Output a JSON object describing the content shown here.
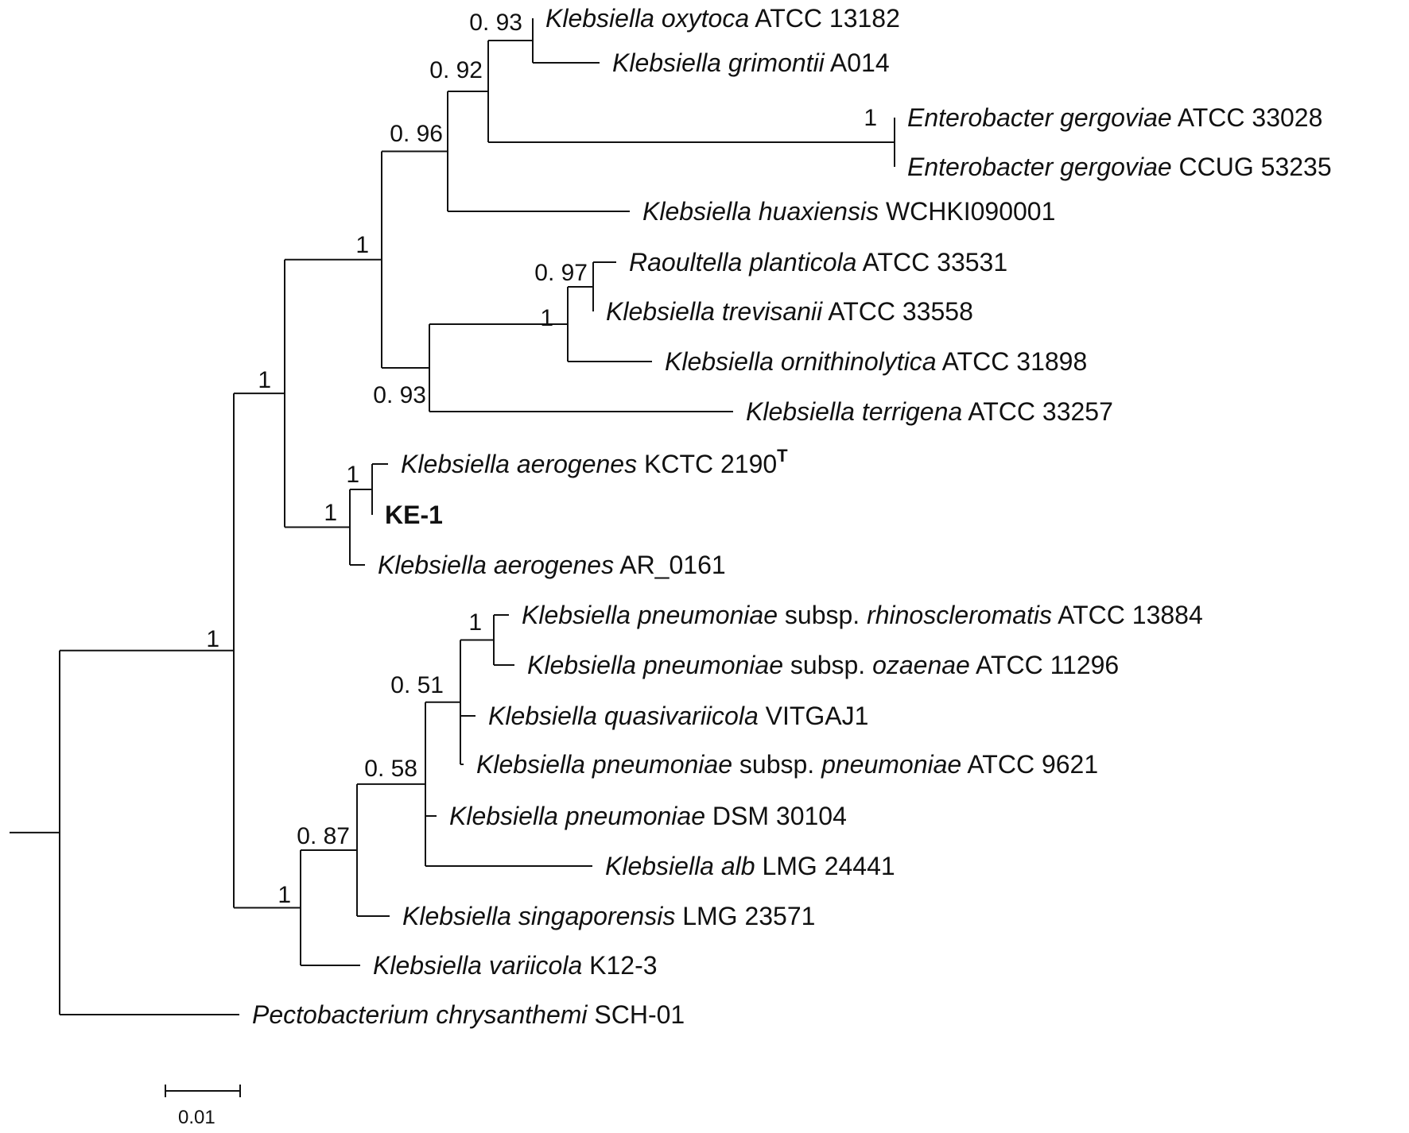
{
  "figure": {
    "tips": [
      {
        "id": "koxy",
        "parts": [
          {
            "t": "Klebsiella oxytoca",
            "i": true
          },
          {
            "t": " ATCC 13182"
          }
        ]
      },
      {
        "id": "kgri",
        "parts": [
          {
            "t": "Klebsiella grimontii",
            "i": true
          },
          {
            "t": " A014"
          }
        ]
      },
      {
        "id": "eger1",
        "parts": [
          {
            "t": "Enterobacter gergoviae",
            "i": true
          },
          {
            "t": " ATCC 33028"
          }
        ]
      },
      {
        "id": "eger2",
        "parts": [
          {
            "t": "Enterobacter gergoviae",
            "i": true
          },
          {
            "t": " CCUG 53235"
          }
        ]
      },
      {
        "id": "khua",
        "parts": [
          {
            "t": "Klebsiella huaxiensis",
            "i": true
          },
          {
            "t": " WCHKI090001"
          }
        ]
      },
      {
        "id": "rpla",
        "parts": [
          {
            "t": "Raoultella planticola",
            "i": true
          },
          {
            "t": " ATCC 33531"
          }
        ]
      },
      {
        "id": "ktre",
        "parts": [
          {
            "t": "Klebsiella trevisanii",
            "i": true
          },
          {
            "t": " ATCC 33558"
          }
        ]
      },
      {
        "id": "korn",
        "parts": [
          {
            "t": "Klebsiella ornithinolytica",
            "i": true
          },
          {
            "t": " ATCC 31898"
          }
        ]
      },
      {
        "id": "kter",
        "parts": [
          {
            "t": "Klebsiella terrigena",
            "i": true
          },
          {
            "t": " ATCC 33257"
          }
        ]
      },
      {
        "id": "kaer1",
        "parts": [
          {
            "t": "Klebsiella aerogenes",
            "i": true
          },
          {
            "t": " KCTC 2190"
          },
          {
            "t": "T",
            "sup": true,
            "b": true
          }
        ]
      },
      {
        "id": "ke1",
        "parts": [
          {
            "t": "KE-1",
            "b": true
          }
        ]
      },
      {
        "id": "kaer2",
        "parts": [
          {
            "t": "Klebsiella aerogenes",
            "i": true
          },
          {
            "t": " AR_0161"
          }
        ]
      },
      {
        "id": "kprh",
        "parts": [
          {
            "t": "Klebsiella pneumoniae",
            "i": true
          },
          {
            "t": " subsp. "
          },
          {
            "t": "rhinoscleromatis",
            "i": true
          },
          {
            "t": " ATCC 13884"
          }
        ]
      },
      {
        "id": "kpoz",
        "parts": [
          {
            "t": "Klebsiella pneumoniae",
            "i": true
          },
          {
            "t": " subsp. "
          },
          {
            "t": "ozaenae",
            "i": true
          },
          {
            "t": " ATCC 11296"
          }
        ]
      },
      {
        "id": "kqua",
        "parts": [
          {
            "t": "Klebsiella quasivariicola",
            "i": true
          },
          {
            "t": " VITGAJ1"
          }
        ]
      },
      {
        "id": "kppn",
        "parts": [
          {
            "t": "Klebsiella pneumoniae",
            "i": true
          },
          {
            "t": " subsp. "
          },
          {
            "t": "pneumoniae",
            "i": true
          },
          {
            "t": " ATCC 9621"
          }
        ]
      },
      {
        "id": "kpds",
        "parts": [
          {
            "t": "Klebsiella pneumoniae",
            "i": true
          },
          {
            "t": " DSM 30104"
          }
        ]
      },
      {
        "id": "kalb",
        "parts": [
          {
            "t": "Klebsiella alb",
            "i": true
          },
          {
            "t": " LMG 24441"
          }
        ]
      },
      {
        "id": "ksin",
        "parts": [
          {
            "t": "Klebsiella singaporensis",
            "i": true
          },
          {
            "t": " LMG 23571"
          }
        ]
      },
      {
        "id": "kvar",
        "parts": [
          {
            "t": "Klebsiella variicola",
            "i": true
          },
          {
            "t": " K12-3"
          }
        ]
      },
      {
        "id": "pchr",
        "parts": [
          {
            "t": "Pectobacterium chrysanthemi",
            "i": true
          },
          {
            "t": " SCH-01"
          }
        ]
      }
    ],
    "support_values": {
      "n_koxy_kgri": "0. 93",
      "n_plus_eger": "0. 92",
      "n_plus_khua": "0. 96",
      "n_rpla_ktre": "0. 97",
      "n_plus_korn": "1",
      "n_plus_kter": "0. 93",
      "n_upper_clade": "1",
      "n_kaer1_ke1": "1",
      "n_aerogenes_clade": "1",
      "n_upper_all": "1",
      "n_kprh_kpoz": "1",
      "n_pneumoniae_group": "0. 51",
      "n_plus_kalb": "0. 58",
      "n_plus_ksin": "0. 87",
      "n_plus_kvar": "1",
      "n_ingroup": "1",
      "n_eger": "1"
    },
    "scale_bar": {
      "label": "0.01"
    }
  }
}
